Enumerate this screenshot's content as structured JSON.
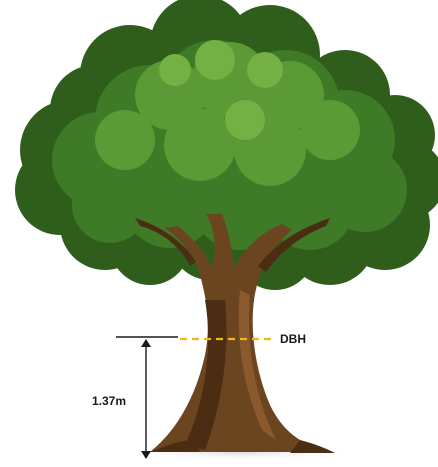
{
  "labels": {
    "dbh": "DBH",
    "height": "1.37m"
  },
  "colors": {
    "foliage_dark": "#2f5e1c",
    "foliage_mid": "#3f7a26",
    "foliage_light": "#5b9a35",
    "foliage_highlight": "#74b043",
    "trunk_dark": "#4a2d12",
    "trunk_mid": "#6b4420",
    "trunk_light": "#8a5a2e",
    "dbh_line": "#f2b51b",
    "measure_line": "#1a1a1a"
  },
  "icons": {
    "tree": "tree-illustration",
    "arrow": "double-arrow-icon"
  }
}
